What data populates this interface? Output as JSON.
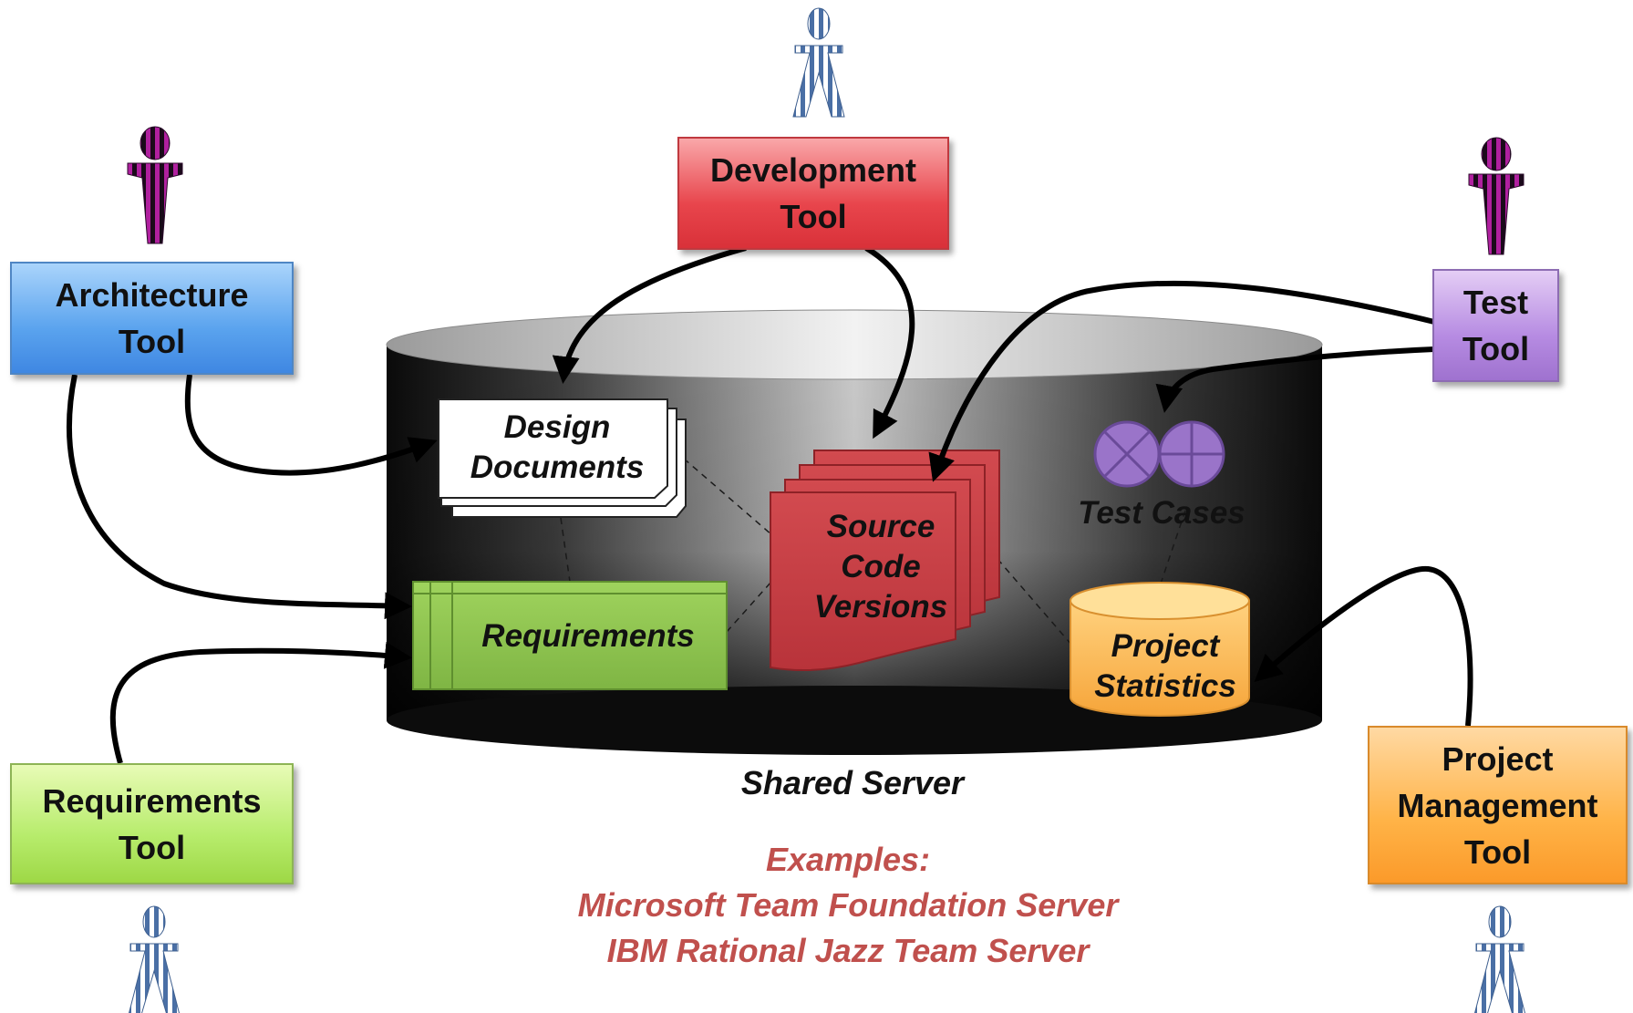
{
  "tools": {
    "development": "Development\nTool",
    "architecture": "Architecture\nTool",
    "test": "Test\nTool",
    "requirements": "Requirements\nTool",
    "project_management": "Project\nManagement\nTool"
  },
  "artifacts": {
    "design_documents": "Design\nDocuments",
    "requirements": "Requirements",
    "source_code_versions": "Source\nCode\nVersions",
    "test_cases": "Test Cases",
    "project_statistics": "Project\nStatistics"
  },
  "server_label": "Shared Server",
  "examples": {
    "heading": "Examples:",
    "items": [
      "Microsoft Team Foundation Server",
      "IBM Rational Jazz Team Server"
    ]
  },
  "colors": {
    "development": "#e8454c",
    "architecture": "#5aa3ee",
    "test": "#b68be2",
    "requirements": "#b7ec6c",
    "project_management": "#ffb347",
    "source_code": "#c0393f",
    "requirements_artifact": "#8dc34f",
    "examples_text": "#c0504d"
  },
  "icons": [
    "person-striped-blue-icon",
    "person-striped-magenta-icon",
    "test-case-cross-icon",
    "test-case-plus-icon"
  ]
}
